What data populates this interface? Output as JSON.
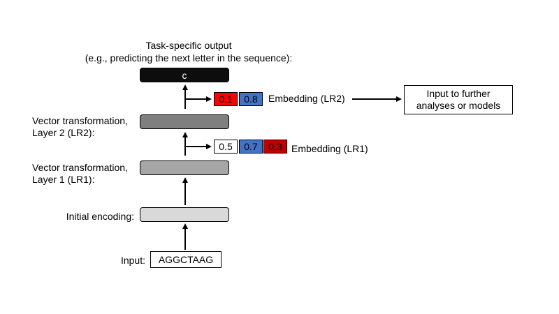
{
  "title": {
    "line1": "Task-specific output",
    "line2": "(e.g., predicting the next letter in the sequence):"
  },
  "output": {
    "value": "c"
  },
  "embedding_lr2": {
    "values": [
      "0.1",
      "0.8"
    ],
    "colors": [
      "#ff0000",
      "#4472c4"
    ],
    "label": "Embedding (LR2)"
  },
  "further": {
    "line1": "Input to further",
    "line2": "analyses or models"
  },
  "layer2": {
    "line1": "Vector transformation,",
    "line2": "Layer 2 (LR2):",
    "color": "#7f7f7f"
  },
  "embedding_lr1": {
    "values": [
      "0.5",
      "0.7",
      "0.3"
    ],
    "colors": [
      "#ffffff",
      "#4472c4",
      "#c00000"
    ],
    "label": "Embedding (LR1)"
  },
  "layer1": {
    "line1": "Vector transformation,",
    "line2": "Layer 1 (LR1):",
    "color": "#a6a6a6"
  },
  "initial": {
    "label": "Initial encoding:",
    "color": "#d9d9d9"
  },
  "input": {
    "label": "Input:",
    "sequence": "AGGCTAAG"
  }
}
